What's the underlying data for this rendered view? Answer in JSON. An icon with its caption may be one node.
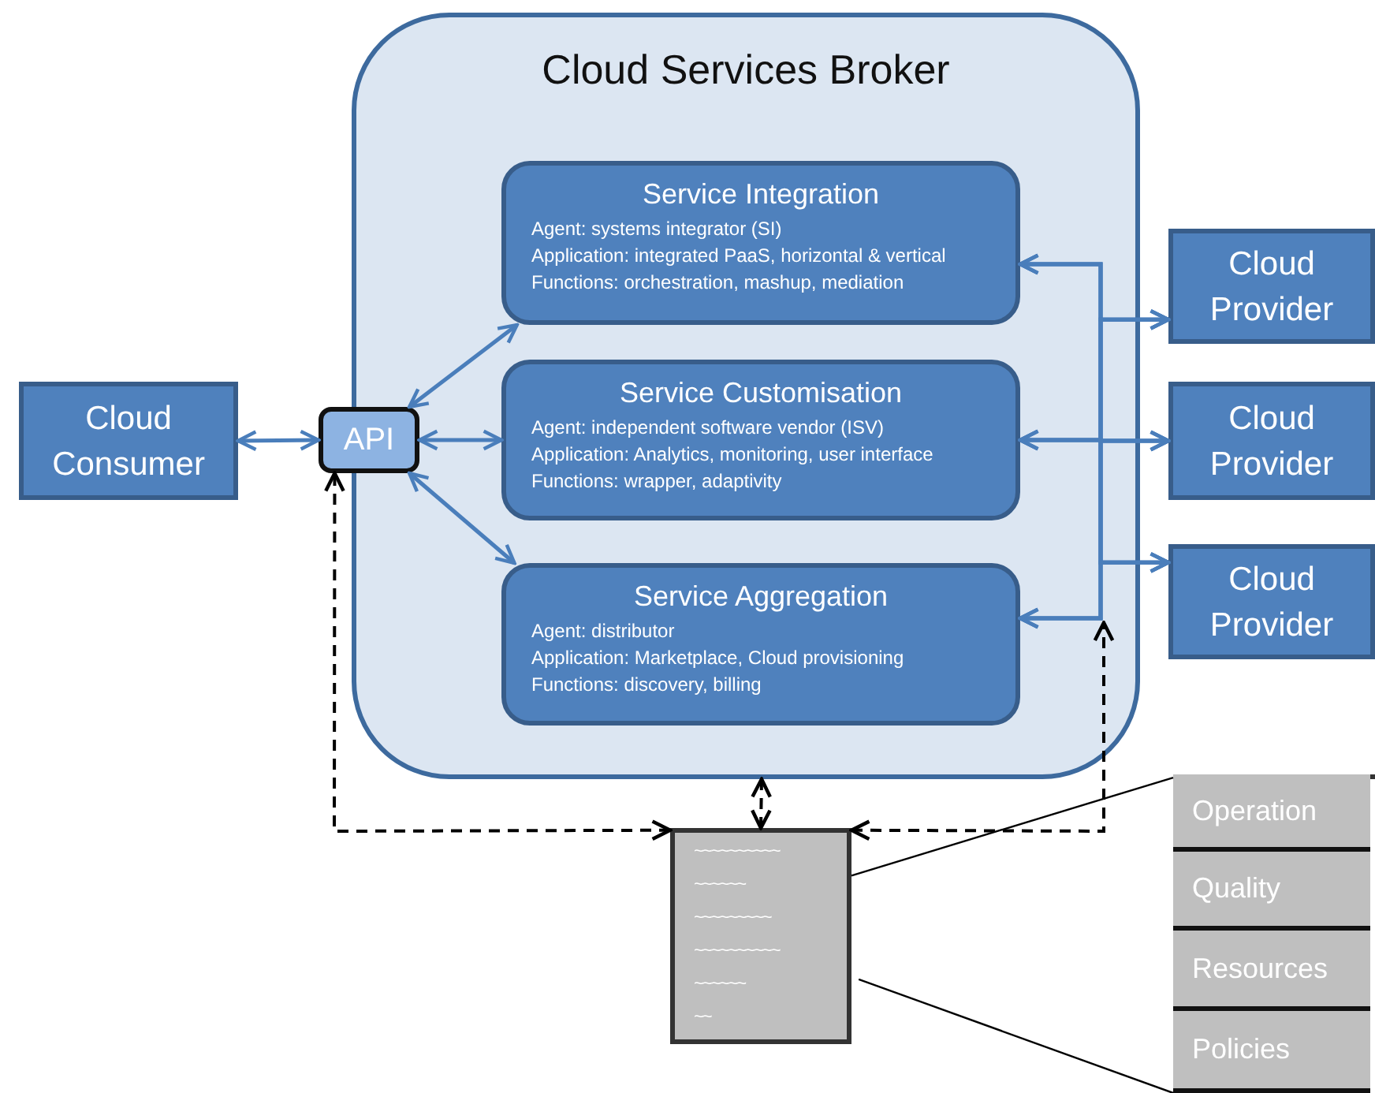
{
  "diagram": {
    "nodes": [
      {
        "text": [
          "Cloud Services Broker"
        ]
      },
      {
        "text": [
          "API"
        ],
        "in": 0
      },
      {
        "text": [
          "Service Integration",
          "Agent: systems integrator (SI)",
          "Application: integrated PaaS, horizontal & vertical",
          "Functions: orchestration, mashup, mediation"
        ],
        "in": 0
      },
      {
        "text": [
          "Service Customisation",
          "Agent: independent software vendor (ISV)",
          "Application: Analytics, monitoring, user interface",
          "Functions: wrapper, adaptivity"
        ],
        "in": 0
      },
      {
        "text": [
          "Service Aggregation",
          "Agent: distributor",
          "Application: Marketplace, Cloud provisioning",
          "Functions: discovery, billing"
        ],
        "in": 0
      },
      {
        "text": [
          "Cloud Consumer"
        ]
      },
      {
        "text": [
          "Cloud Provider"
        ]
      },
      {
        "text": [
          "Cloud Provider"
        ]
      },
      {
        "text": [
          "Cloud Provider"
        ]
      },
      {
        "text": [
          "~~~~~~~~~~",
          "~~~~~~",
          "~~~~~~~~~",
          "~~~~~~~~~~",
          "~~~~~~",
          "~~"
        ]
      },
      {
        "text": [],
        "shape": "box"
      },
      {
        "text": [
          "Operation"
        ],
        "in": 10
      },
      {
        "text": [
          "Quality"
        ],
        "in": 10
      },
      {
        "text": [
          "Resources"
        ],
        "in": 10
      },
      {
        "text": [
          "Policies"
        ],
        "in": 10
      }
    ],
    "edges": [
      {
        "from": 5,
        "to": 1,
        "arrow": "both"
      },
      {
        "from": 1,
        "to": 2,
        "arrow": "both"
      },
      {
        "from": 1,
        "to": 3,
        "arrow": "both"
      },
      {
        "from": 1,
        "to": 4,
        "arrow": "both"
      },
      {
        "from": 2,
        "to": 6,
        "arrow": "both"
      },
      {
        "from": 2,
        "to": 7,
        "arrow": "both"
      },
      {
        "from": 2,
        "to": 8,
        "arrow": "both"
      },
      {
        "from": 3,
        "to": 6,
        "arrow": "both"
      },
      {
        "from": 3,
        "to": 7,
        "arrow": "both"
      },
      {
        "from": 3,
        "to": 8,
        "arrow": "both"
      },
      {
        "from": 4,
        "to": 6,
        "arrow": "both"
      },
      {
        "from": 4,
        "to": 7,
        "arrow": "both"
      },
      {
        "from": 4,
        "to": 8,
        "arrow": "both"
      },
      {
        "from": 9,
        "to": 1,
        "arrow": "both",
        "style": "dashed",
        "color": "#000000"
      },
      {
        "from": 9,
        "to": 0,
        "arrow": "both",
        "style": "dashed",
        "color": "#000000"
      },
      {
        "from": 9,
        "to": 0,
        "arrow": "both",
        "style": "dashed",
        "color": "#000000"
      },
      {
        "from": 9,
        "to": 10,
        "arrow": "none",
        "color": "#000000"
      },
      {
        "from": 9,
        "to": 10,
        "arrow": "none",
        "color": "#000000"
      }
    ]
  }
}
